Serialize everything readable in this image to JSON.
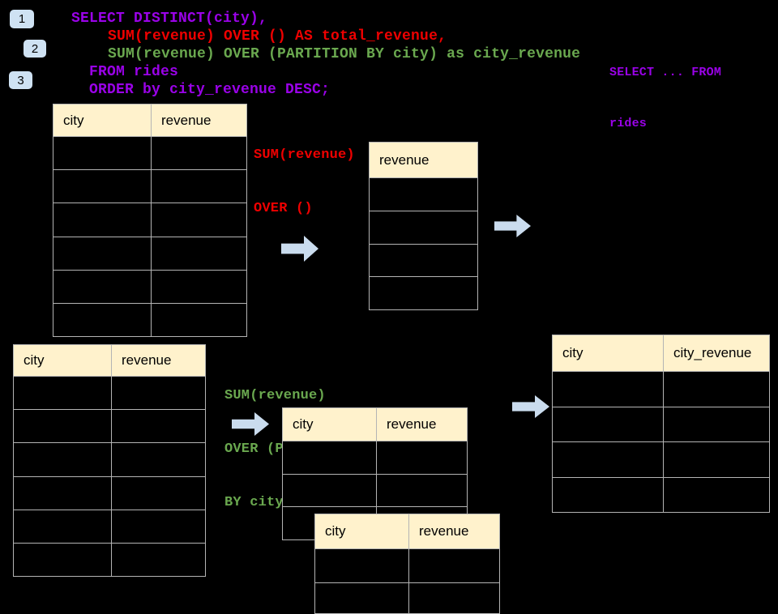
{
  "colors": {
    "background": "#000000",
    "purple": "#9a02e8",
    "red": "#ee0000",
    "green": "#6aa84f",
    "header_fill": "#fff2cc",
    "border": "#b4b4b4",
    "arrow_fill": "#cadcee",
    "badge_fill": "#cfe2f3"
  },
  "badges": [
    {
      "label": "1"
    },
    {
      "label": "2"
    },
    {
      "label": "3"
    }
  ],
  "sql_code": {
    "line1": "SELECT DISTINCT(city),",
    "line2": "SUM(revenue) OVER () AS total_revenue,",
    "line3": "SUM(revenue) OVER (PARTITION BY city) as city_revenue",
    "line4": "FROM rides",
    "line5": "ORDER by city_revenue DESC;"
  },
  "corner_note": {
    "line1": "SELECT ... FROM",
    "line2": "rides"
  },
  "annotations": {
    "total_revenue": {
      "line1": "SUM(revenue)",
      "line2": "OVER ()"
    },
    "partition": {
      "line1": "SUM(revenue)",
      "line2": "OVER (PARTITION",
      "line3": "BY city)"
    }
  },
  "tables": {
    "rides_top": {
      "headers": [
        "city",
        "revenue"
      ],
      "empty_rows": 6
    },
    "total_revenue": {
      "headers": [
        "revenue"
      ],
      "empty_rows": 4
    },
    "rides_bottom": {
      "headers": [
        "city",
        "revenue"
      ],
      "empty_rows": 6
    },
    "partition_a": {
      "headers": [
        "city",
        "revenue"
      ],
      "empty_rows": 3
    },
    "partition_b": {
      "headers": [
        "city",
        "revenue"
      ],
      "empty_rows": 2
    },
    "city_revenue": {
      "headers": [
        "city",
        "city_revenue"
      ],
      "empty_rows": 4
    }
  }
}
